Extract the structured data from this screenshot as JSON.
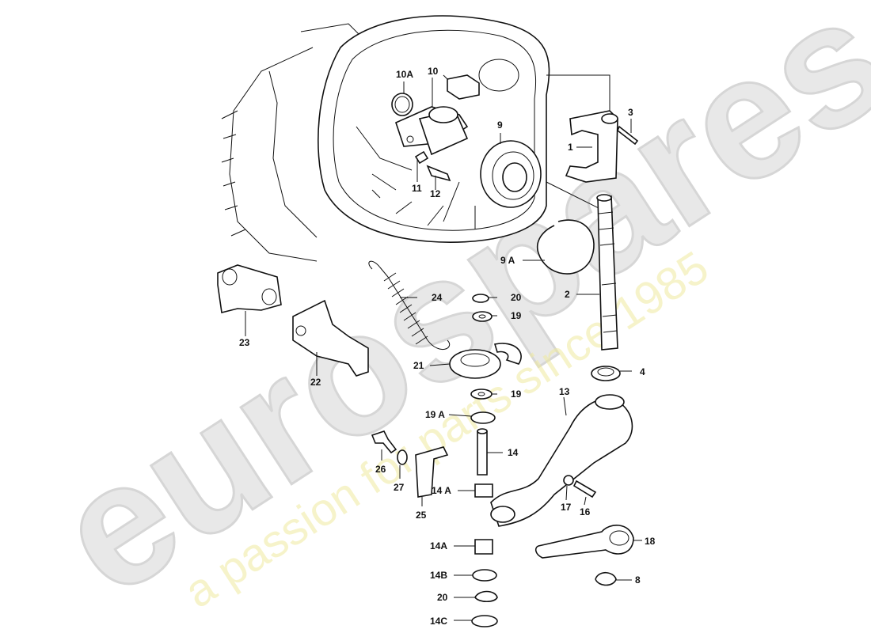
{
  "watermark": {
    "brand": "eurospares",
    "slogan": "a passion for parts since 1985",
    "brand_color": "#d9d9d9",
    "slogan_color": "#e9e07a"
  },
  "callouts": [
    {
      "id": "c-10A",
      "label": "10A"
    },
    {
      "id": "c-10",
      "label": "10"
    },
    {
      "id": "c-9",
      "label": "9"
    },
    {
      "id": "c-3",
      "label": "3"
    },
    {
      "id": "c-1",
      "label": "1"
    },
    {
      "id": "c-11",
      "label": "11"
    },
    {
      "id": "c-12",
      "label": "12"
    },
    {
      "id": "c-9A",
      "label": "9 A"
    },
    {
      "id": "c-2",
      "label": "2"
    },
    {
      "id": "c-24",
      "label": "24"
    },
    {
      "id": "c-20a",
      "label": "20"
    },
    {
      "id": "c-19a",
      "label": "19"
    },
    {
      "id": "c-23",
      "label": "23"
    },
    {
      "id": "c-22",
      "label": "22"
    },
    {
      "id": "c-21",
      "label": "21"
    },
    {
      "id": "c-4",
      "label": "4"
    },
    {
      "id": "c-19b",
      "label": "19"
    },
    {
      "id": "c-19A",
      "label": "19 A"
    },
    {
      "id": "c-13",
      "label": "13"
    },
    {
      "id": "c-14",
      "label": "14"
    },
    {
      "id": "c-26",
      "label": "26"
    },
    {
      "id": "c-27",
      "label": "27"
    },
    {
      "id": "c-14Aa",
      "label": "14 A"
    },
    {
      "id": "c-25",
      "label": "25"
    },
    {
      "id": "c-17",
      "label": "17"
    },
    {
      "id": "c-16",
      "label": "16"
    },
    {
      "id": "c-18",
      "label": "18"
    },
    {
      "id": "c-14Ab",
      "label": "14A"
    },
    {
      "id": "c-14B",
      "label": "14B"
    },
    {
      "id": "c-8",
      "label": "8"
    },
    {
      "id": "c-20b",
      "label": "20"
    },
    {
      "id": "c-14C",
      "label": "14C"
    }
  ]
}
